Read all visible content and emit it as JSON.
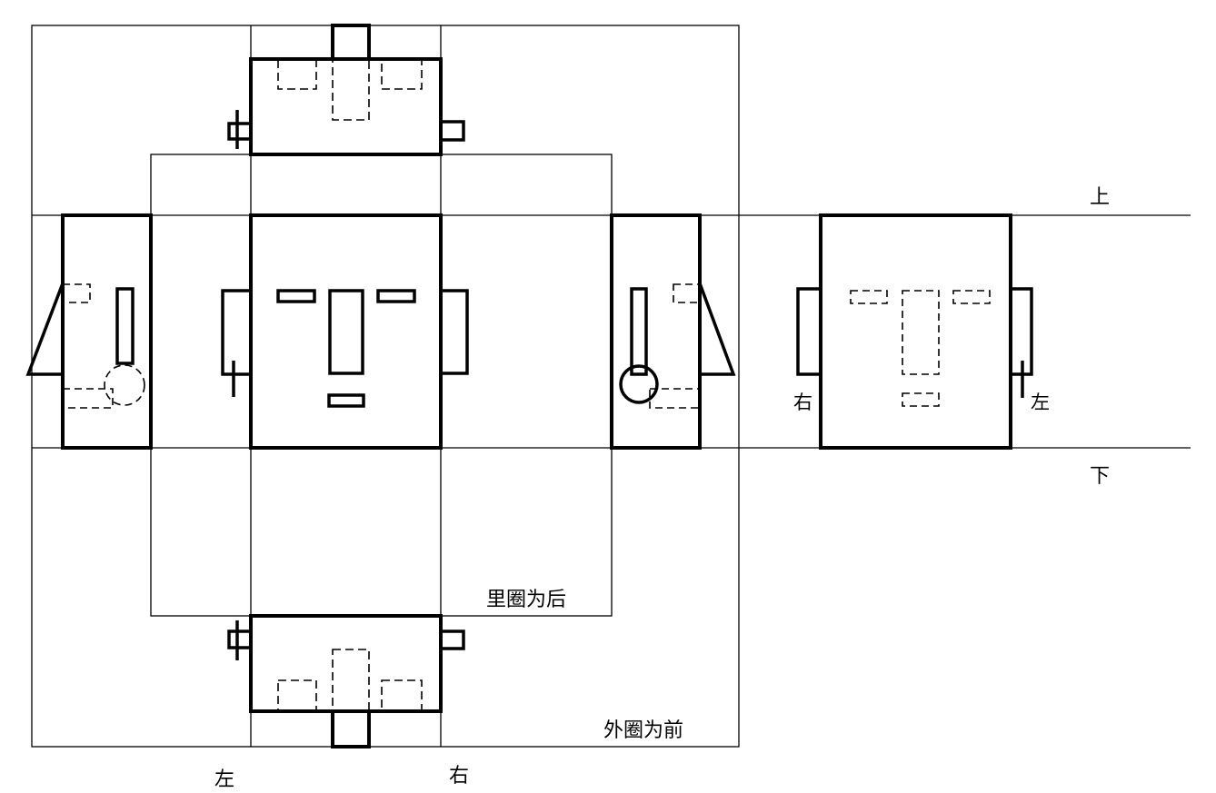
{
  "labels": {
    "up": "上",
    "down": "下",
    "right_small": "右",
    "left_small": "左",
    "inner_ring": "里圈为后",
    "outer_ring": "外圈为前",
    "bottom_left": "左",
    "bottom_right": "右"
  },
  "colors": {
    "ink": "#000000",
    "paper": "#ffffff"
  }
}
